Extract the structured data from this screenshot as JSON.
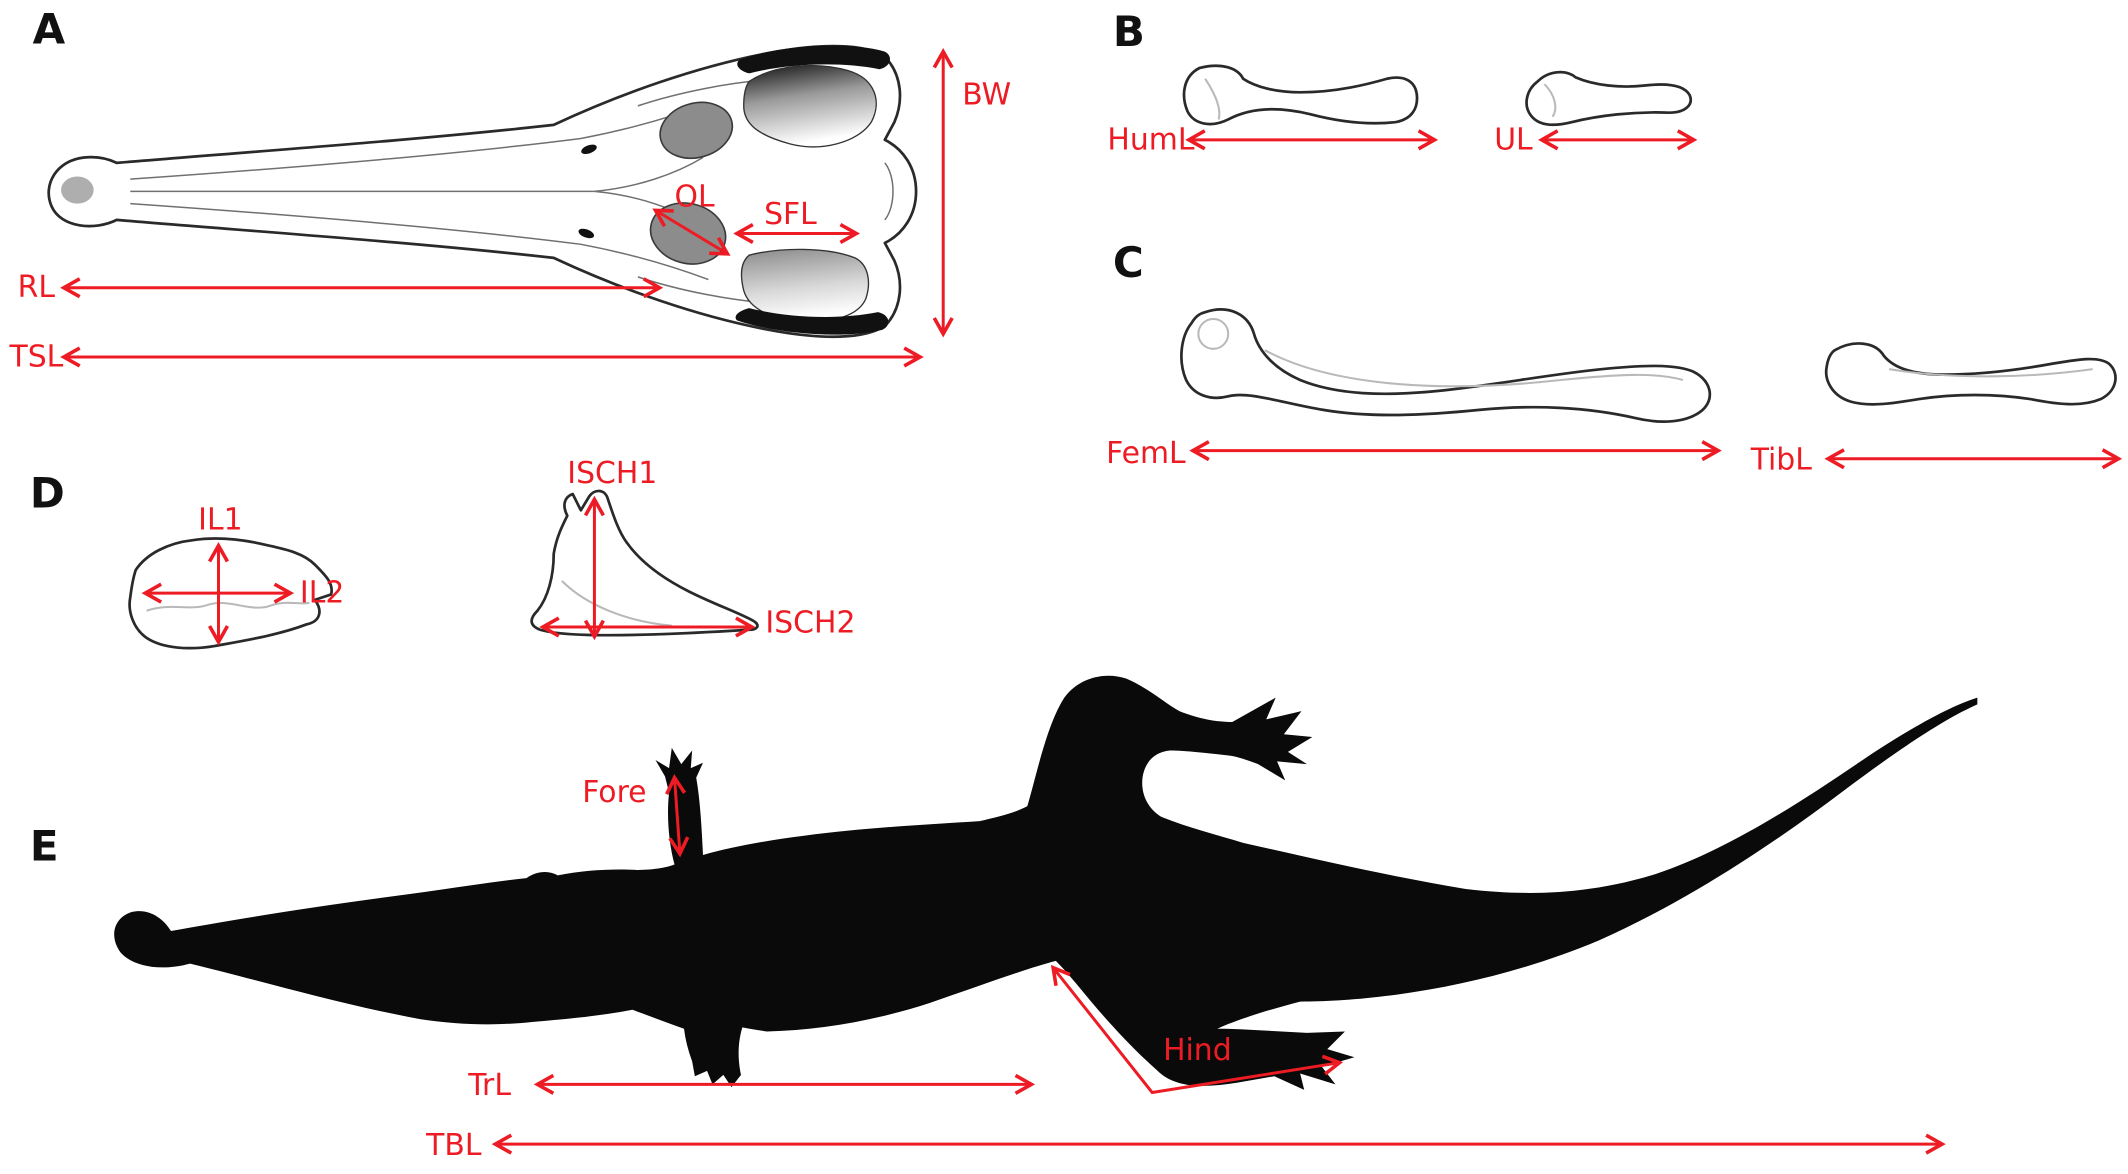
{
  "figure": {
    "colors": {
      "accent_red": "#ed1c24",
      "ink": "#111111",
      "background": "#ffffff",
      "bone_outline": "#2a2a2a",
      "orbit_gray": "#8c8c8c",
      "silhouette_black": "#0a0a0a"
    },
    "panels": {
      "a": {
        "letter": "A",
        "subject": "skull-dorsal-view",
        "labels": {
          "bw": "BW",
          "ol": "OL",
          "sfl": "SFL",
          "rl": "RL",
          "tsl": "TSL"
        }
      },
      "b": {
        "letter": "B",
        "subject": "forelimb-bones",
        "labels": {
          "huml": "HumL",
          "ul": "UL"
        }
      },
      "c": {
        "letter": "C",
        "subject": "hindlimb-bones",
        "labels": {
          "feml": "FemL",
          "tibl": "TibL"
        }
      },
      "d": {
        "letter": "D",
        "subject": "pelvic-bones",
        "labels": {
          "il1": "IL1",
          "il2": "IL2",
          "isch1": "ISCH1",
          "isch2": "ISCH2"
        }
      },
      "e": {
        "letter": "E",
        "subject": "crocodylian-body-silhouette",
        "labels": {
          "fore": "Fore",
          "hind": "Hind",
          "trl": "TrL",
          "tbl": "TBL"
        }
      }
    }
  }
}
